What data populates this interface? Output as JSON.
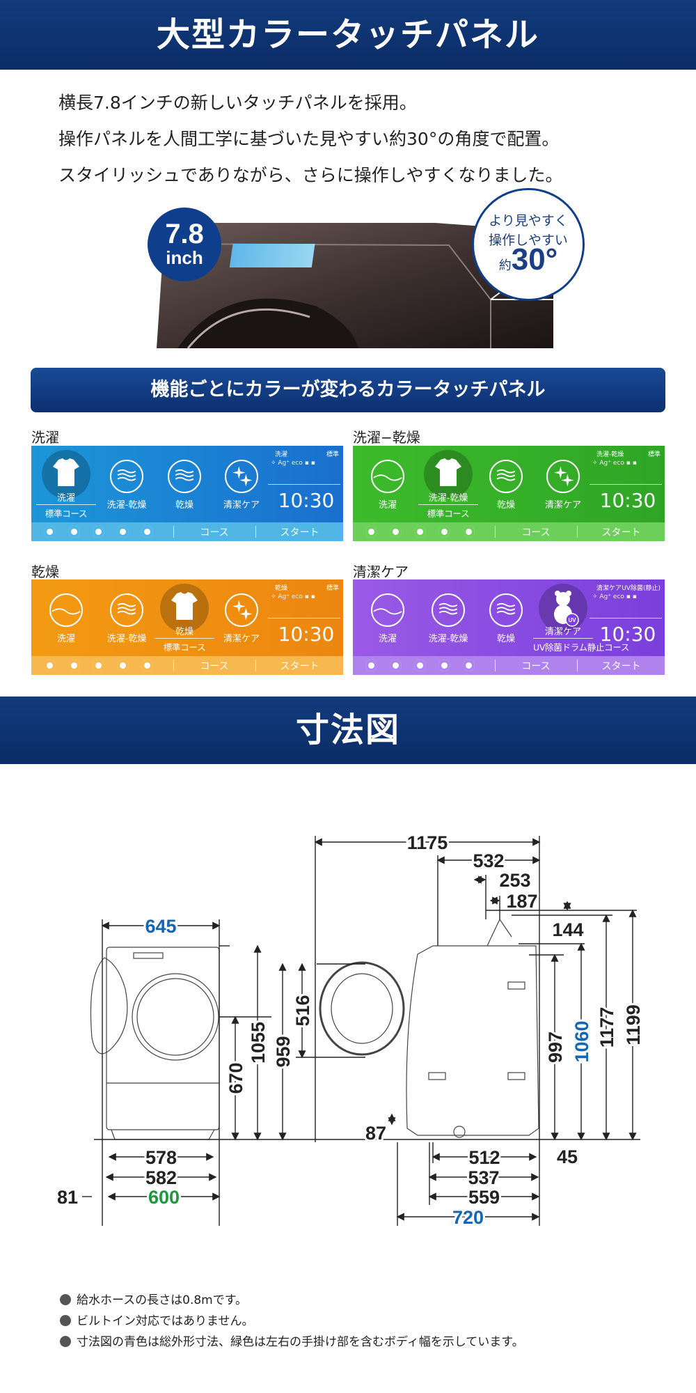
{
  "header": {
    "title": "大型カラータッチパネル"
  },
  "intro": {
    "lines": [
      "横長7.8インチの新しいタッチパネルを採用。",
      "操作パネルを人間工学に基づいた見やすい約30°の角度で配置。",
      "スタイリッシュでありながら、さらに操作しやすくなりました。"
    ]
  },
  "badge": {
    "value": "7.8",
    "unit": "inch"
  },
  "callout": {
    "line1": "より見やすく",
    "line2": "操作しやすい",
    "prefix": "約",
    "angle": "30°"
  },
  "banner": {
    "title": "機能ごとにカラーが変わるカラータッチパネル"
  },
  "modes": [
    "洗濯",
    "洗濯-乾燥",
    "乾燥",
    "清潔ケア"
  ],
  "panels": [
    {
      "label": "洗濯",
      "color": "#1c96d8",
      "color2": "#1a6fce",
      "bar": "#4fb6e6",
      "active_index": 0,
      "sub": "標準コース",
      "status_left": "洗濯",
      "status_right": "標準",
      "status_icons": "✧ Ag⁺ eco ▪ ▪",
      "time": "10:30",
      "course": "コース",
      "start": "スタート"
    },
    {
      "label": "洗濯−乾燥",
      "color": "#3dbb2b",
      "color2": "#2fa526",
      "bar": "#6bcf5a",
      "active_index": 1,
      "sub": "標準コース",
      "status_left": "洗濯-乾燥",
      "status_right": "標準",
      "status_icons": "✧ Ag⁺ eco ▪ ▪",
      "time": "10:30",
      "course": "コース",
      "start": "スタート"
    },
    {
      "label": "乾燥",
      "color": "#f39a12",
      "color2": "#ec8610",
      "bar": "#f7b850",
      "active_index": 2,
      "sub": "標準コース",
      "status_left": "乾燥",
      "status_right": "標準",
      "status_icons": "✧ Ag⁺ eco ▪ ▪",
      "time": "10:30",
      "course": "コース",
      "start": "スタート"
    },
    {
      "label": "清潔ケア",
      "color": "#9a5ae6",
      "color2": "#7a3fdc",
      "bar": "#b083ec",
      "active_index": 3,
      "sub": "UV除菌ドラム静止コース",
      "status_left": "清潔ケア",
      "status_right": "UV除菌(静止)",
      "status_icons": "✧ Ag⁺ eco ▪ ▪",
      "time": "10:30",
      "course": "コース",
      "start": "スタート"
    }
  ],
  "uv_badge": "UV",
  "dimensions_header": {
    "title": "寸法図"
  },
  "dimensions": {
    "front": {
      "width_overall": "645",
      "height_1055": "1055",
      "height_670": "670",
      "feet_578": "578",
      "feet_582": "582",
      "body_600": "600",
      "offset_81": "81"
    },
    "door": {
      "height_959": "959",
      "diameter_516": "516"
    },
    "side": {
      "depth_door_open": "1175",
      "d532": "532",
      "d253": "253",
      "d187": "187",
      "h144": "144",
      "h87": "87",
      "h997": "997",
      "h1060": "1060",
      "h1177": "1177",
      "h1199": "1199",
      "d45": "45",
      "d512": "512",
      "d537": "537",
      "d559": "559",
      "depth_overall": "720"
    },
    "colors": {
      "overall": "#1466b4",
      "body": "#1a9a3c",
      "default": "#222222"
    }
  },
  "notes": [
    "給水ホースの長さは0.8mです。",
    "ビルトイン対応ではありません。",
    "寸法図の青色は総外形寸法、緑色は左右の手掛け部を含むボディ幅を示しています。"
  ]
}
